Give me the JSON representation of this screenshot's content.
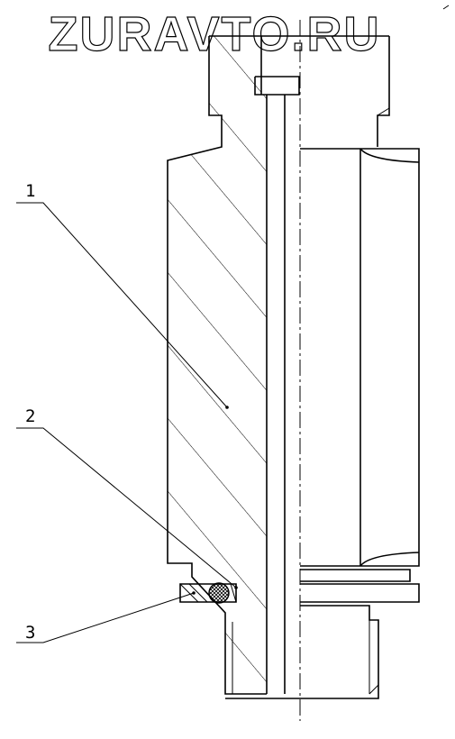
{
  "watermark": "ZURAVTO.RU",
  "callouts": [
    {
      "id": "1",
      "label": "1"
    },
    {
      "id": "2",
      "label": "2"
    },
    {
      "id": "3",
      "label": "3"
    }
  ],
  "colors": {
    "line": "#000000",
    "background": "#ffffff"
  }
}
